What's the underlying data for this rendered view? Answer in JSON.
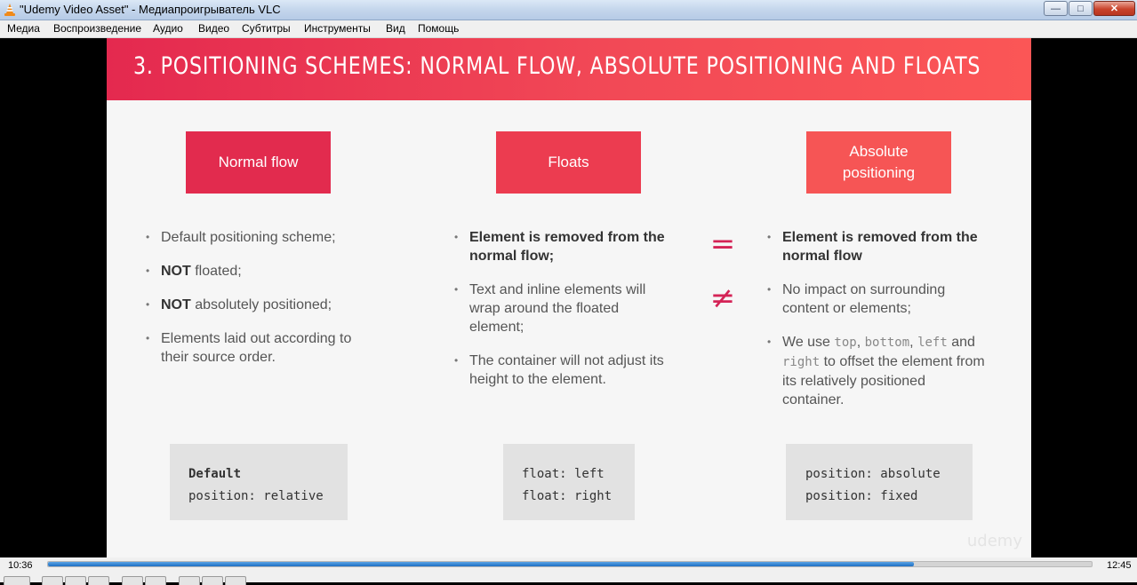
{
  "window": {
    "title": "\"Udemy Video Asset\" - Медиапроигрыватель VLC",
    "app_icon": "vlc-cone-icon"
  },
  "menu": {
    "items": [
      "Медиа",
      "Воспроизведение",
      "Аудио",
      "Видео",
      "Субтитры",
      "Инструменты",
      "Вид",
      "Помощь"
    ]
  },
  "slide": {
    "title": "3. Positioning schemes: normal flow, absolute positioning and floats",
    "boxes": [
      "Normal flow",
      "Floats",
      "Absolute positioning"
    ],
    "col1": {
      "b1": "Default positioning scheme;",
      "b2_bold": "NOT",
      "b2_rest": " floated;",
      "b3_bold": "NOT",
      "b3_rest": " absolutely positioned;",
      "b4": "Elements laid out according to their source order."
    },
    "col2": {
      "b1_bold": "Element is removed from the normal flow;",
      "b2": "Text and inline elements will wrap around the floated element;",
      "b3": "The container will not adjust its height to the element."
    },
    "col3": {
      "b1_bold": "Element is removed from the normal flow",
      "b2": "No impact on surrounding content or elements;",
      "b3_prefix": "We use ",
      "b3_code1": "top",
      "b3_sep1": ", ",
      "b3_code2": "bottom",
      "b3_sep2": ", ",
      "b3_code3": "left",
      "b3_and": " and ",
      "b3_code4": "right",
      "b3_suffix": " to offset the element from its relatively positioned container."
    },
    "symbols": {
      "equal": "=",
      "not_equal": "≠"
    },
    "code": {
      "k1_line1": "Default",
      "k1_line2": "position: relative",
      "k2_line1": "float: left",
      "k2_line2": "float: right",
      "k3_line1": "position: absolute",
      "k3_line2": "position: fixed"
    },
    "watermark": "udemy"
  },
  "player": {
    "current_time": "10:36",
    "total_time": "12:45",
    "progress": 0.83
  },
  "colors": {
    "accent": "#e22b4e",
    "header_start": "#e4294f",
    "header_end": "#fb5656",
    "seek_fill": "#1e6fc2"
  }
}
